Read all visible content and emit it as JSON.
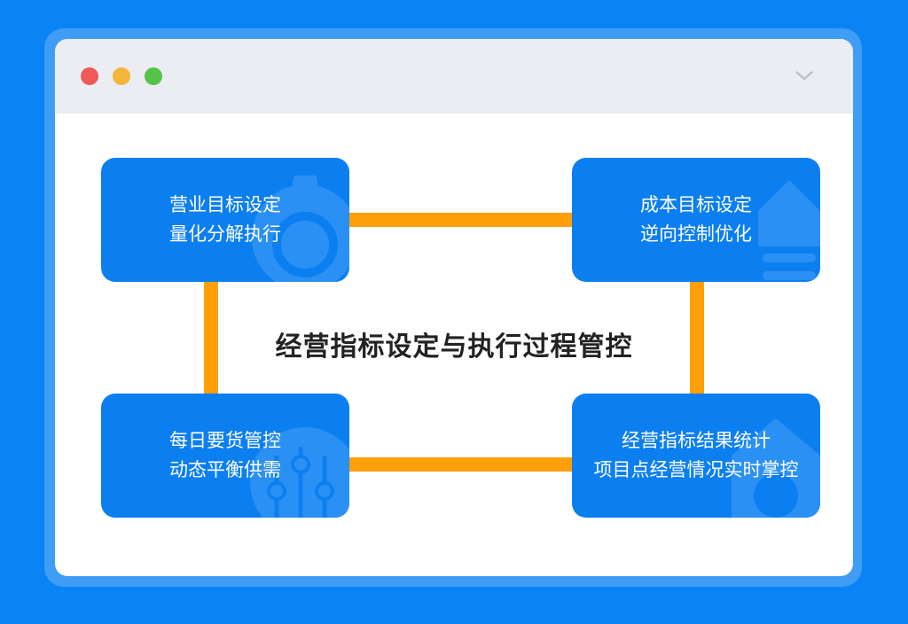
{
  "colors": {
    "background": "#0a84f4",
    "card": "#0c7ff0",
    "connector": "#ff9f0a"
  },
  "window": {
    "controls": [
      "close",
      "minimize",
      "maximize"
    ],
    "menu_icon": "chevron-down-icon"
  },
  "title": "经营指标设定与执行过程管控",
  "cards": [
    {
      "line1": "营业目标设定",
      "line2": "量化分解执行",
      "icon": "target-icon"
    },
    {
      "line1": "成本目标设定",
      "line2": "逆向控制优化",
      "icon": "home-icon"
    },
    {
      "line1": "每日要货管控",
      "line2": "动态平衡供需",
      "icon": "sliders-icon"
    },
    {
      "line1": "经营指标结果统计",
      "line2": "项目点经营情况实时掌控",
      "icon": "house-chart-icon"
    }
  ]
}
